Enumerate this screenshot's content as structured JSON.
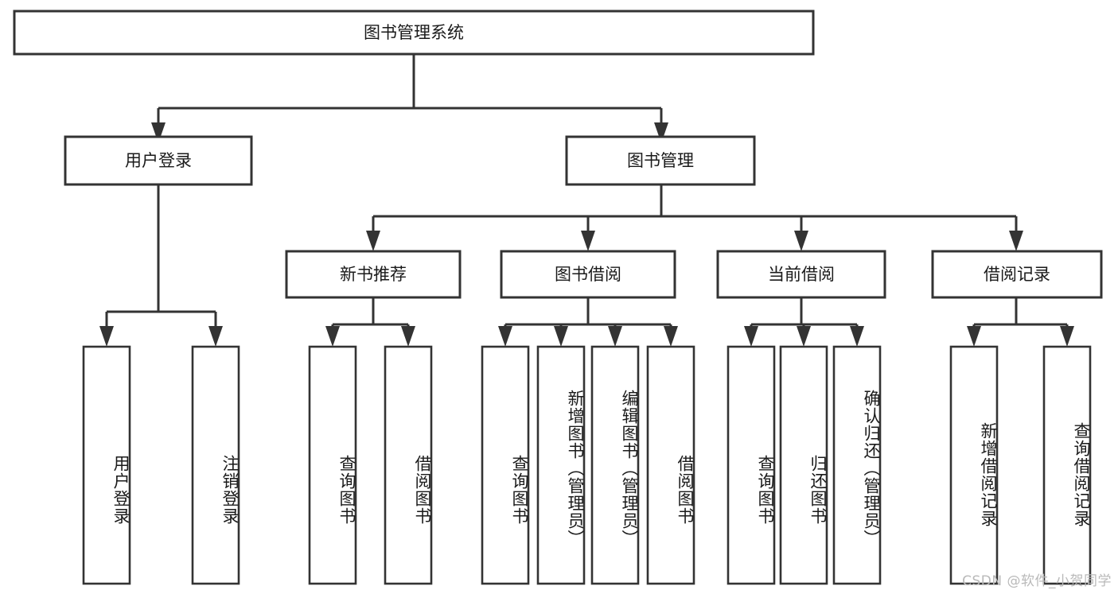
{
  "diagram": {
    "type": "tree-hierarchy",
    "title": "图书管理系统",
    "watermark": "CSDN @软件_小贺同学",
    "colors": {
      "stroke": "#333333",
      "fill": "#ffffff",
      "text": "#1a1a1a",
      "watermark": "#b9b9b9"
    },
    "levels": [
      {
        "level": 1,
        "nodes": [
          {
            "id": "root",
            "label": "图书管理系统",
            "orientation": "horizontal"
          }
        ]
      },
      {
        "level": 2,
        "nodes": [
          {
            "id": "user-login",
            "label": "用户登录",
            "orientation": "horizontal",
            "parent": "root"
          },
          {
            "id": "book-manage",
            "label": "图书管理",
            "orientation": "horizontal",
            "parent": "root"
          }
        ]
      },
      {
        "level": 3,
        "nodes": [
          {
            "id": "new-book-rec",
            "label": "新书推荐",
            "orientation": "horizontal",
            "parent": "book-manage"
          },
          {
            "id": "book-borrow",
            "label": "图书借阅",
            "orientation": "horizontal",
            "parent": "book-manage"
          },
          {
            "id": "current-borrow",
            "label": "当前借阅",
            "orientation": "horizontal",
            "parent": "book-manage"
          },
          {
            "id": "borrow-record",
            "label": "借阅记录",
            "orientation": "horizontal",
            "parent": "book-manage"
          }
        ]
      },
      {
        "level": 4,
        "nodes": [
          {
            "id": "leaf-user-login",
            "label": "用户登录",
            "orientation": "vertical",
            "parent": "user-login"
          },
          {
            "id": "leaf-logout",
            "label": "注销登录",
            "orientation": "vertical",
            "parent": "user-login"
          },
          {
            "id": "leaf-query-book-1",
            "label": "查询图书",
            "orientation": "vertical",
            "parent": "new-book-rec"
          },
          {
            "id": "leaf-borrow-book-1",
            "label": "借阅图书",
            "orientation": "vertical",
            "parent": "new-book-rec"
          },
          {
            "id": "leaf-query-book-2",
            "label": "查询图书",
            "orientation": "vertical",
            "parent": "book-borrow"
          },
          {
            "id": "leaf-add-book",
            "label": "新增图书（管理员）",
            "orientation": "vertical",
            "parent": "book-borrow"
          },
          {
            "id": "leaf-edit-book",
            "label": "编辑图书（管理员）",
            "orientation": "vertical",
            "parent": "book-borrow"
          },
          {
            "id": "leaf-borrow-book-2",
            "label": "借阅图书",
            "orientation": "vertical",
            "parent": "book-borrow"
          },
          {
            "id": "leaf-query-book-3",
            "label": "查询图书",
            "orientation": "vertical",
            "parent": "current-borrow"
          },
          {
            "id": "leaf-return-book",
            "label": "归还图书",
            "orientation": "vertical",
            "parent": "current-borrow"
          },
          {
            "id": "leaf-confirm-return",
            "label": "确认归还（管理员）",
            "orientation": "vertical",
            "parent": "current-borrow"
          },
          {
            "id": "leaf-add-record",
            "label": "新增借阅记录",
            "orientation": "vertical",
            "parent": "borrow-record"
          },
          {
            "id": "leaf-query-record",
            "label": "查询借阅记录",
            "orientation": "vertical",
            "parent": "borrow-record"
          }
        ]
      }
    ]
  }
}
